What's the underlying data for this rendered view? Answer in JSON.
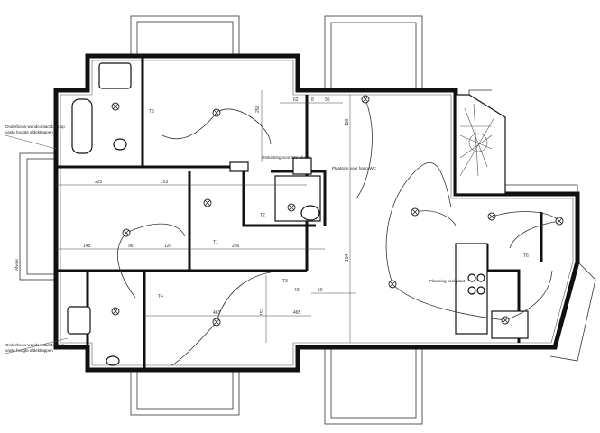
{
  "title": "Electrical floor plan",
  "annotations": {
    "left_top": [
      "Onderbouw wandcontactdoos op",
      "vaste hoogte afdekkappen"
    ],
    "left_bottom": [
      "Onderbouw wandcontactdoos op",
      "vaste hoogte afdekkappen"
    ],
    "toilet_1": "Omkasting voor WC-afvoer",
    "toilet_2": "Plaatsing voor hang-WC",
    "kitchen": "Plaatsing kookplaat",
    "afvoer": "Afvoer"
  },
  "dimensions": {
    "d225": "225",
    "d153": "153",
    "d148": "148",
    "d96": "96",
    "d120": "120",
    "d256": "256",
    "d62": "62",
    "d8": "8",
    "d95": "95",
    "d258": "258",
    "d156": "156",
    "d43": "43",
    "d50": "50",
    "d463": "463",
    "d465": "465",
    "d152": "152",
    "d154": "154"
  },
  "room_marks": [
    "T1",
    "T2",
    "T3",
    "T4",
    "T5",
    "T6"
  ]
}
